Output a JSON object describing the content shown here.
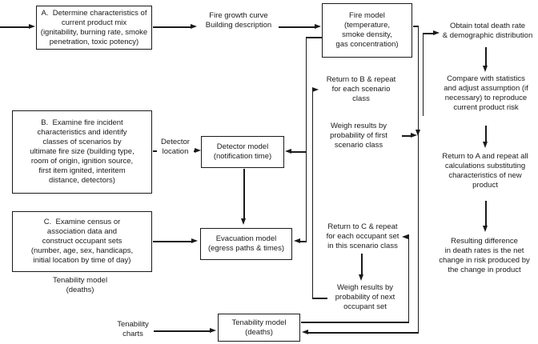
{
  "boxes": {
    "a": "A.  Determine characteristics of\ncurrent product mix\n(ignitability, burning rate, smoke\npenetration, toxic potency)",
    "b": "B.  Examine fire incident\ncharacteristics and identify\nclasses of scenarios by\nultimate fire size (building type,\nroom of origin, ignition source,\nfirst item ignited, interitem\ndistance, detectors)",
    "c": "C.  Examine census or\nassociation data and\nconstruct occupant sets\n(number, age, sex, handicaps,\ninitial location by time of day)",
    "fire_model": "Fire model\n(temperature,\nsmoke density,\ngas concentration)",
    "detector_model": "Detector model\n(notification time)",
    "evacuation_model": "Evacuation model\n(egress paths & times)",
    "tenability_model": "Tenability model\n(deaths)"
  },
  "labels": {
    "fire_growth": "Fire growth curve\nBuilding description",
    "detector_location": "Detector\nlocation",
    "tenability_model": "Tenability model\n(deaths)",
    "tenability_charts": "Tenability\ncharts"
  },
  "notes": {
    "return_to_b": "Return to B & repeat\nfor each scenario\nclass",
    "weigh_first": "Weigh results by\nprobability of first\nscenario class",
    "return_to_c": "Return to C & repeat\nfor each occupant set\nin this scenario class",
    "weigh_next": "Weigh results by\nprobability of next\noccupant set",
    "obtain_death_rate": "Obtain total death rate\n& demographic distribution",
    "compare_statistics": "Compare with statistics\nand adjust assumption (if\nnecessary) to reproduce\ncurrent product risk",
    "return_to_a": "Return to A and repeat all\ncalculations substituting\ncharacteristics of new\nproduct",
    "resulting_difference": "Resulting difference\nin death rates is the net\nchange in risk produced by\nthe change in product"
  },
  "colors": {
    "line": "#1a1a1a",
    "text": "#1a1a1a",
    "background": "#ffffff"
  }
}
